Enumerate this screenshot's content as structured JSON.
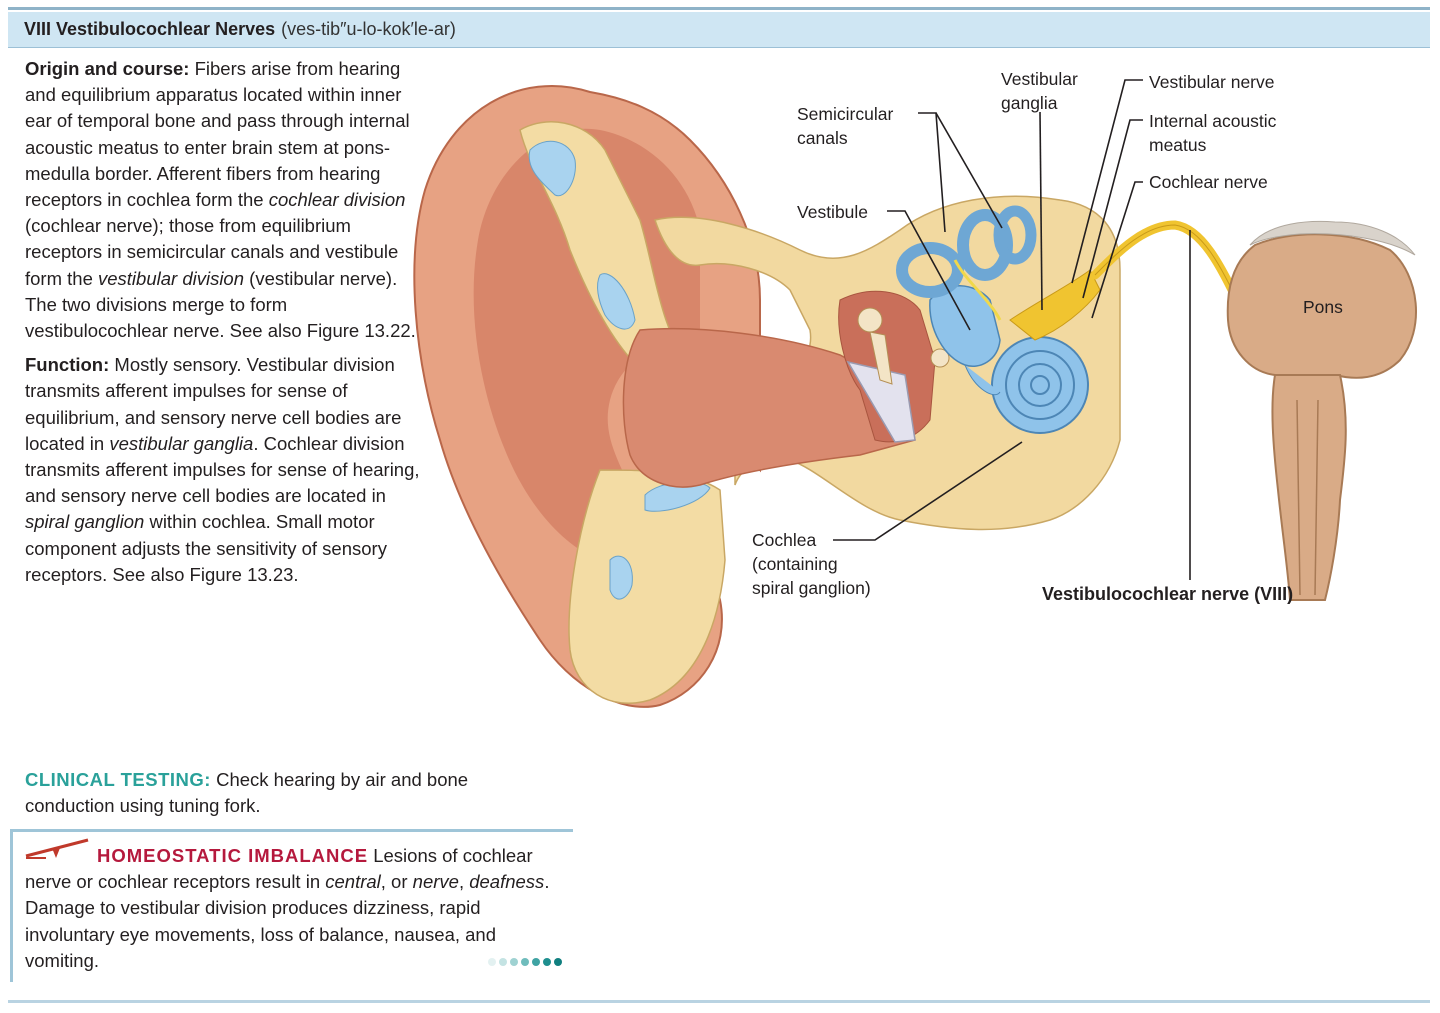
{
  "header": {
    "title": "VIII Vestibulocochlear Nerves",
    "pronunciation": "(ves-tib″u-lo-kok′le-ar)"
  },
  "origin": {
    "lead": "Origin and course:",
    "part1": "Fibers arise from hearing and equilibrium apparatus located within inner ear of temporal bone and pass through internal acoustic meatus to enter brain stem at pons-medulla border. Afferent fibers from hearing receptors in cochlea form the",
    "ital1": "cochlear division",
    "part2": "(cochlear nerve); those from equilibrium receptors in semicircular canals and vestibule form the",
    "ital2": "vestibular division",
    "part3": "(vestibular nerve). The two divisions merge to form vestibulocochlear nerve. See also Figure 13.22."
  },
  "function": {
    "lead": "Function:",
    "part1": "Mostly sensory. Vestibular division transmits afferent impulses for sense of equilibrium, and sensory nerve cell bodies are located in",
    "ital1": "vestibular ganglia",
    "part2": ". Cochlear division transmits afferent impulses for sense of hearing, and sensory nerve cell bodies are located in",
    "ital2": "spiral ganglion",
    "part3": "within cochlea. Small motor component adjusts the sensitivity of sensory receptors. See also Figure 13.23."
  },
  "clinical": {
    "lead": "CLINICAL TESTING:",
    "text": "Check hearing by air and bone conduction using tuning fork."
  },
  "homeostatic": {
    "lead": "HOMEOSTATIC IMBALANCE",
    "part1": "Lesions of cochlear nerve or cochlear receptors result in",
    "ital1": "central",
    "part2": ", or",
    "ital2": "nerve",
    "part3": ",",
    "ital3": "deafness",
    "part4": ". Damage to vestibular division produces dizziness, rapid involuntary eye movements, loss of balance, nausea, and vomiting."
  },
  "figure": {
    "labels": {
      "semicircular_1": "Semicircular",
      "semicircular_2": "canals",
      "vestibular_ganglia_1": "Vestibular",
      "vestibular_ganglia_2": "ganglia",
      "vestibular_nerve": "Vestibular nerve",
      "internal_acoustic_1": "Internal acoustic",
      "internal_acoustic_2": "meatus",
      "cochlear_nerve": "Cochlear nerve",
      "vestibule": "Vestibule",
      "pons": "Pons",
      "cochlea_1": "Cochlea",
      "cochlea_2": "(containing",
      "cochlea_3": "spiral ganglion)",
      "main_nerve": "Vestibulocochlear nerve (VIII)"
    }
  },
  "colors": {
    "header_bg": "#cfe6f3",
    "clinical": "#2aa19a",
    "homeostatic": "#b5193d",
    "skin": "#e8a484",
    "bone": "#f2d9a0",
    "inner_ear": "#8fc3ea",
    "nerve": "#f0c430",
    "pons": "#d9ab87"
  }
}
